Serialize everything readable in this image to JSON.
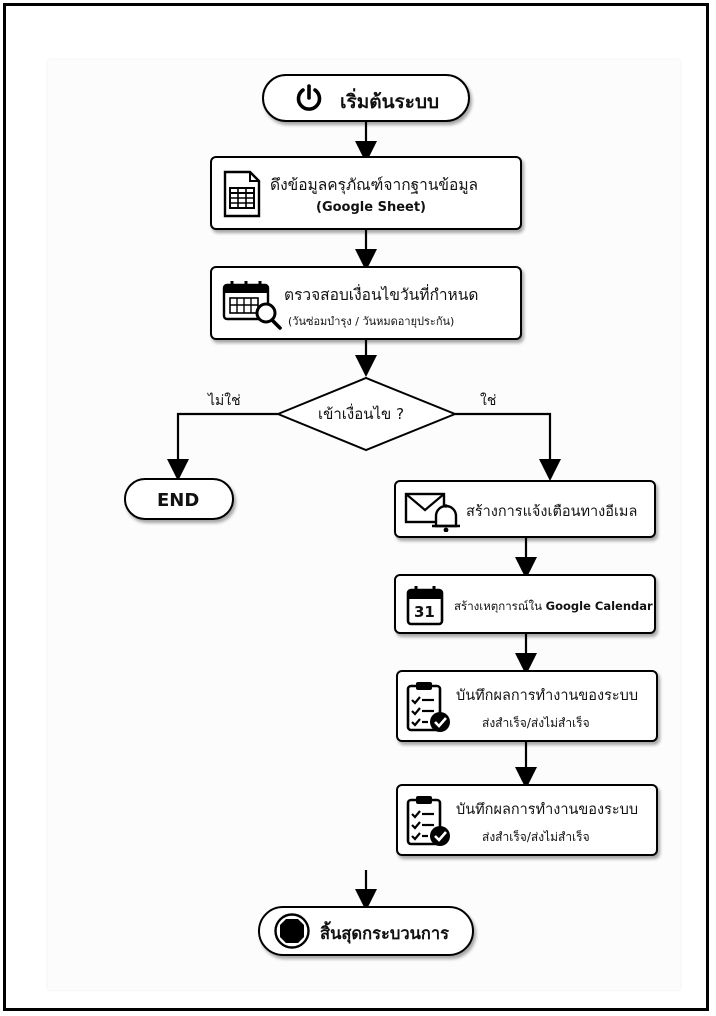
{
  "flow": {
    "start_label": "เริ่มต้นระบบ",
    "fetch": {
      "line1": "ดึงข้อมูลครุภัณฑ์จากฐานข้อมูล",
      "line2": "(Google Sheet)"
    },
    "check": {
      "line1": "ตรวจสอบเงื่อนไขวันที่กำหนด",
      "line2": "(วันซ่อมบำรุง / วันหมดอายุประกัน)"
    },
    "decision": "เข้าเงื่อนไข ?",
    "branch_no": "ไม่ใช่",
    "branch_yes": "ใช่",
    "end_label": "END",
    "email_label": "สร้างการแจ้งเตือนทางอีเมล",
    "calendar": {
      "prefix": "สร้างเหตุการณ์ใน ",
      "bold": "Google Calendar",
      "day": "31"
    },
    "log1": {
      "line1": "บันทึกผลการทำงานของระบบ",
      "line2": "ส่งสำเร็จ/ส่งไม่สำเร็จ"
    },
    "log2": {
      "line1": "บันทึกผลการทำงานของระบบ",
      "line2": "ส่งสำเร็จ/ส่งไม่สำเร็จ"
    },
    "finish_label": "สิ้นสุดกระบวนการ"
  },
  "icons": [
    "power-icon",
    "spreadsheet-icon",
    "calendar-search-icon",
    "envelope-bell-icon",
    "calendar-31-icon",
    "clipboard-check-icon",
    "clipboard-check-icon",
    "stop-octagon-icon"
  ]
}
